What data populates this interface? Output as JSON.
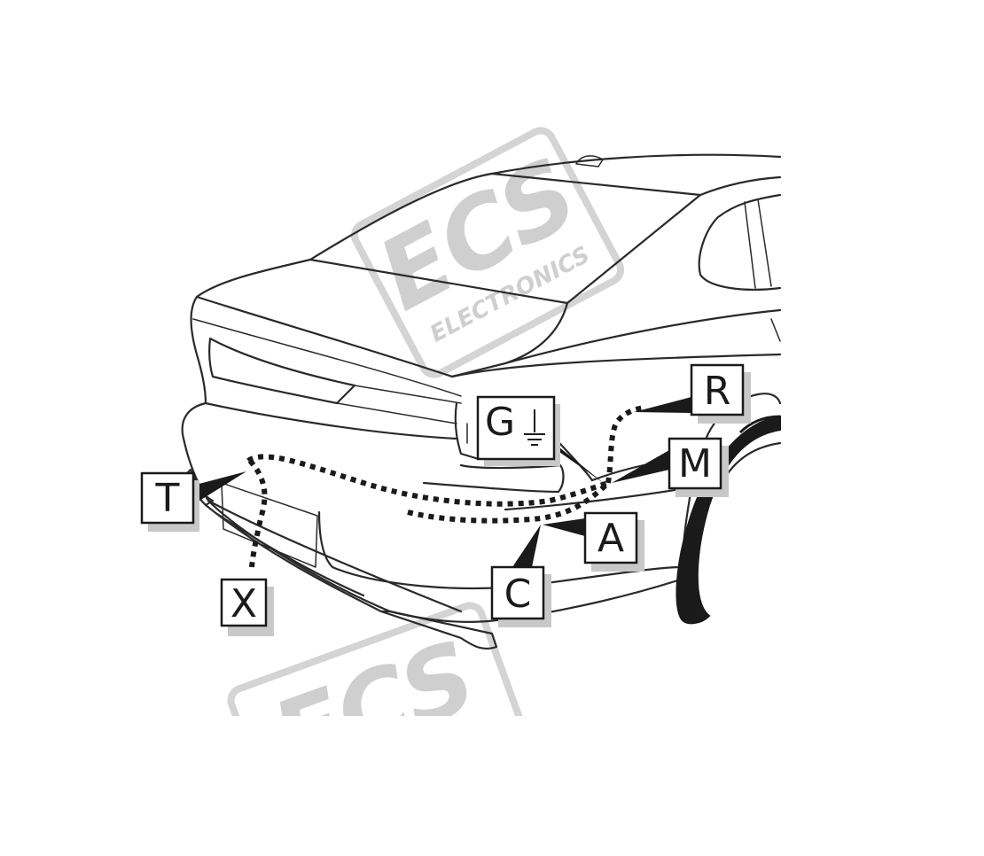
{
  "watermark": {
    "brand": "ECS",
    "tagline": "ELECTRONICS"
  },
  "labels": {
    "G": "G",
    "R": "R",
    "M": "M",
    "T": "T",
    "A": "A",
    "X": "X",
    "C": "C"
  },
  "colors": {
    "line": "#1a1a1a",
    "watermark": "#cfcfcf",
    "label_shadow": "#c8c8c8"
  },
  "icons": {
    "ground": "ground-symbol-icon"
  }
}
